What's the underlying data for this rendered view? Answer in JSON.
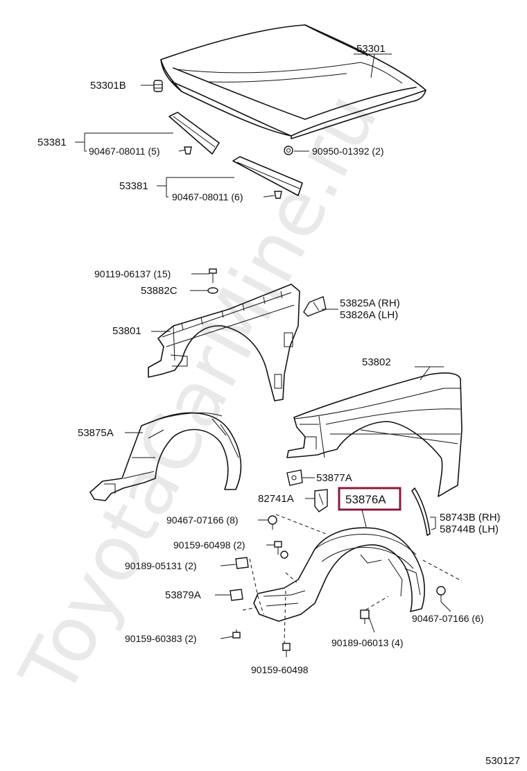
{
  "watermark": "ToyotaCarMine.ru",
  "diagram_id": "530127",
  "highlight_color": "#8b1a3a",
  "labels": {
    "hood": "53301",
    "hood_cushion": "53301B",
    "seal_1": "53381",
    "seal_1_clip": "90467-08011 (5)",
    "hood_clip": "90950-01392 (2)",
    "seal_2": "53381",
    "seal_2_clip": "90467-08011 (6)",
    "apron_bolt": "90119-06137 (15)",
    "apron_washer": "53882C",
    "apron": "53801",
    "bracket_rh": "53825A (RH)",
    "bracket_lh": "53826A (LH)",
    "fender": "53802",
    "liner_front": "53875A",
    "fender_bracket": "53877A",
    "liner_bracket": "82741A",
    "liner_highlight": "53876A",
    "moulding_rh": "58743B (RH)",
    "moulding_lh": "58744B (LH)",
    "clip_a": "90467-07166 (8)",
    "screw_a": "90159-60498 (2)",
    "screw_b": "90189-05131 (2)",
    "retainer": "53879A",
    "screw_c": "90159-60383 (2)",
    "screw_d": "90159-60498",
    "screw_e": "90189-06013 (4)",
    "clip_b": "90467-07166 (6)"
  }
}
